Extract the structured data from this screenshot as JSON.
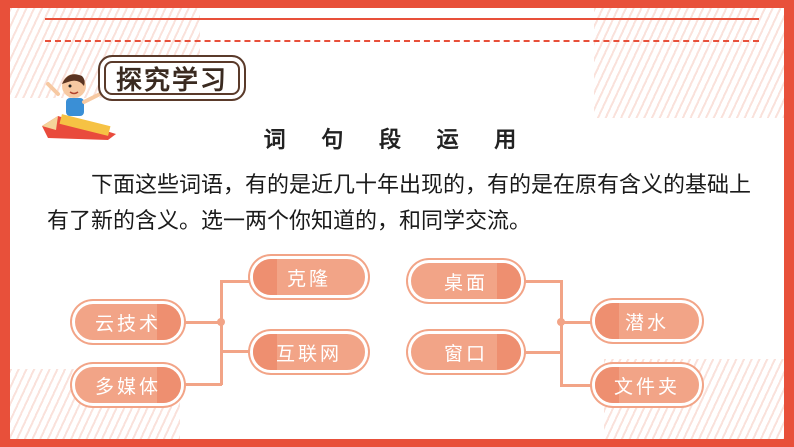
{
  "badge": {
    "label": "探究学习"
  },
  "title": "词 句 段 运 用",
  "paragraph": "下面这些词语，有的是近几十年出现的，有的是在原有含义的基础上有了新的含义。选一两个你知道的，和同学交流。",
  "words_left": [
    "云技术",
    "多媒体"
  ],
  "words_mid_left": [
    "克隆",
    "互联网"
  ],
  "words_mid_right": [
    "桌面",
    "窗口"
  ],
  "words_right": [
    "潜水",
    "文件夹"
  ],
  "colors": {
    "accent": "#e8503a",
    "pill": "#f2a487",
    "pill_cap": "#ee8f70"
  }
}
